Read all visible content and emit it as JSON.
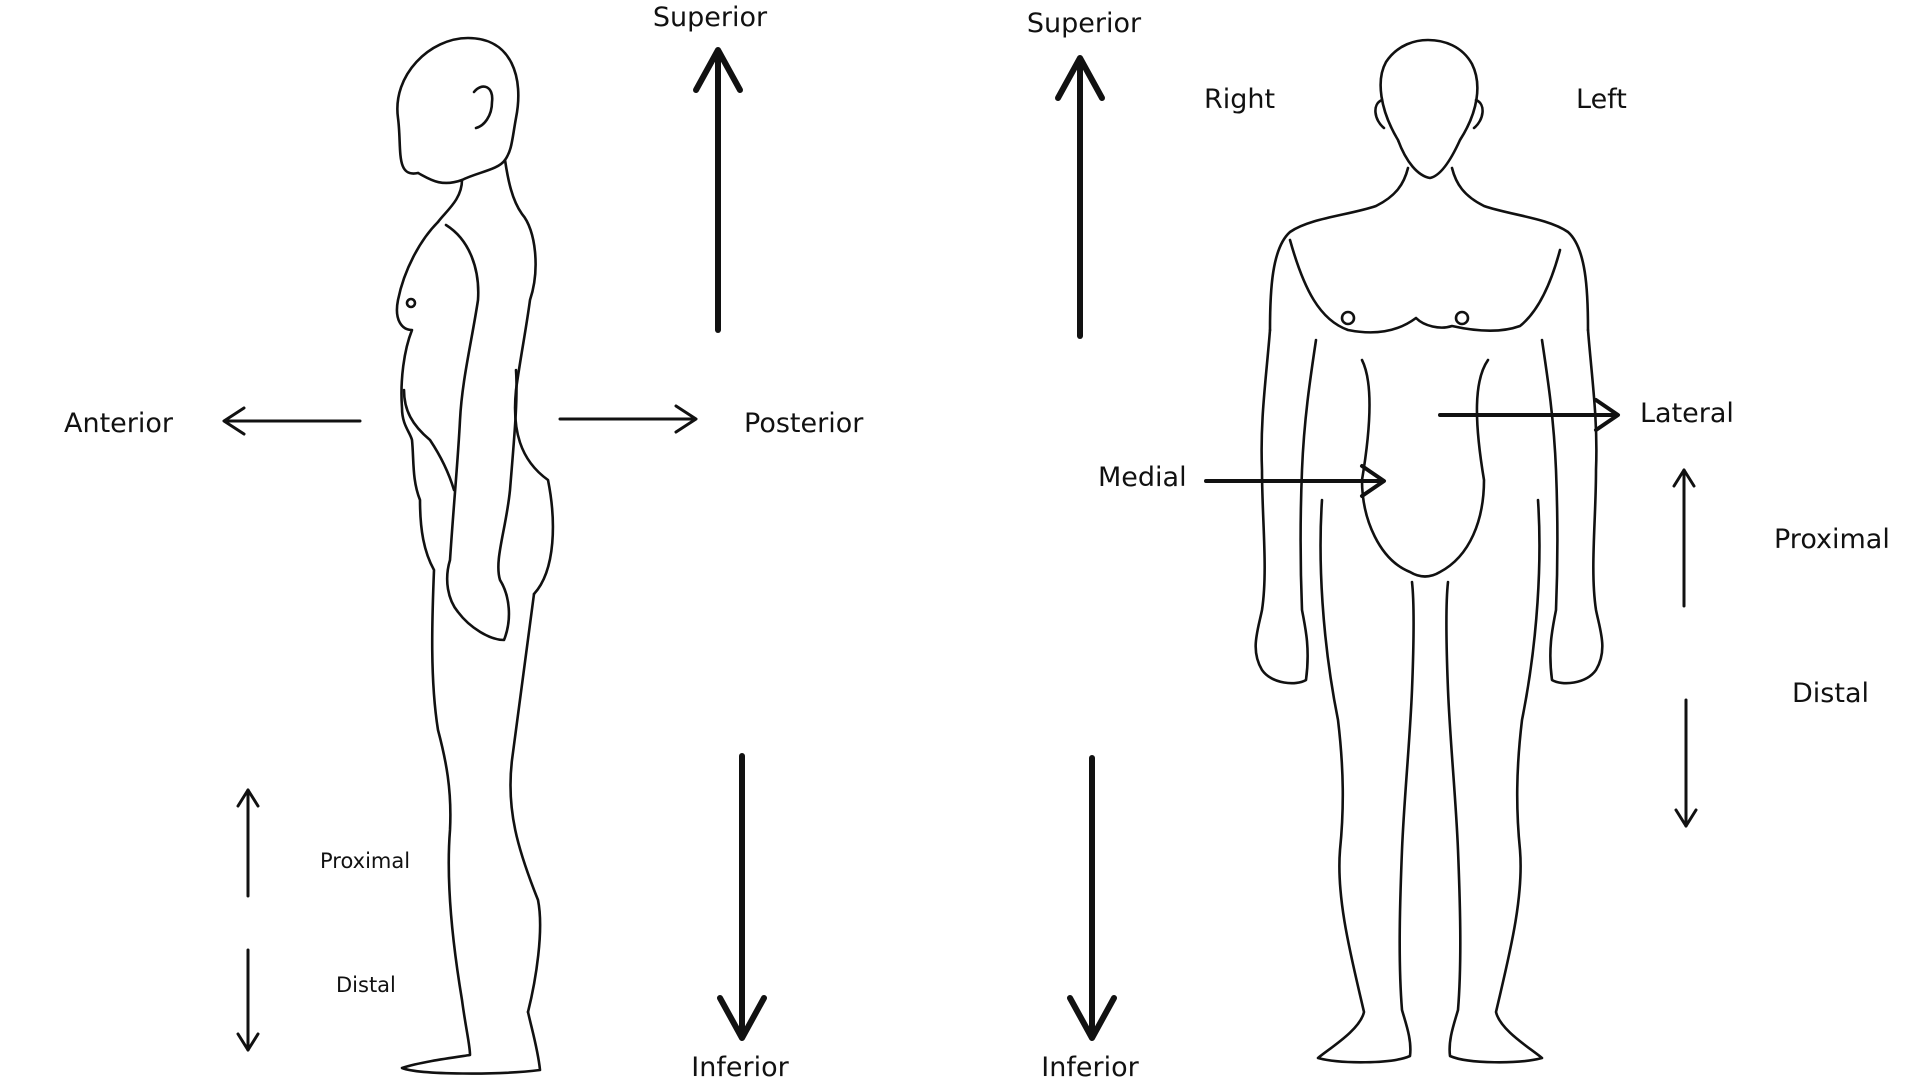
{
  "side_view": {
    "superior": "Superior",
    "inferior": "Inferior",
    "anterior": "Anterior",
    "posterior": "Posterior",
    "proximal": "Proximal",
    "distal": "Distal"
  },
  "front_view": {
    "superior": "Superior",
    "inferior": "Inferior",
    "right": "Right",
    "left": "Left",
    "medial": "Medial",
    "lateral": "Lateral",
    "proximal": "Proximal",
    "distal": "Distal"
  },
  "colors": {
    "ink": "#111111",
    "background": "#ffffff"
  }
}
